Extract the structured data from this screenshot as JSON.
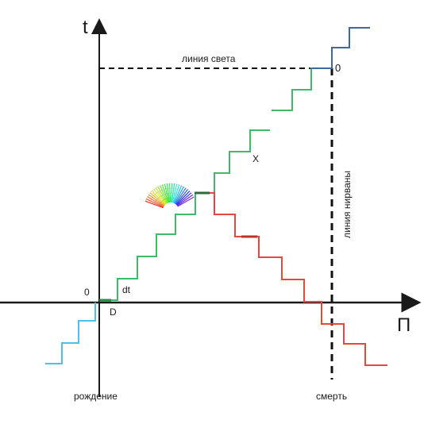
{
  "axes": {
    "time_label": "t",
    "space_label": "П"
  },
  "labels": {
    "origin": "0",
    "dt": "dt",
    "d": "D",
    "x": "X",
    "light_line": "линия света",
    "nirvana_line": "линия нирваны",
    "end_point": "0",
    "birth": "рождение",
    "death": "смерть"
  },
  "colors": {
    "axis": "#1a1a1a",
    "before_birth": "#4fc0e8",
    "green_path": "#3dbb6a",
    "red_path": "#e8453c",
    "blue_path": "#3d6aa0",
    "dashed": "#111111"
  },
  "icons": {
    "fan": "color-fan-icon"
  }
}
